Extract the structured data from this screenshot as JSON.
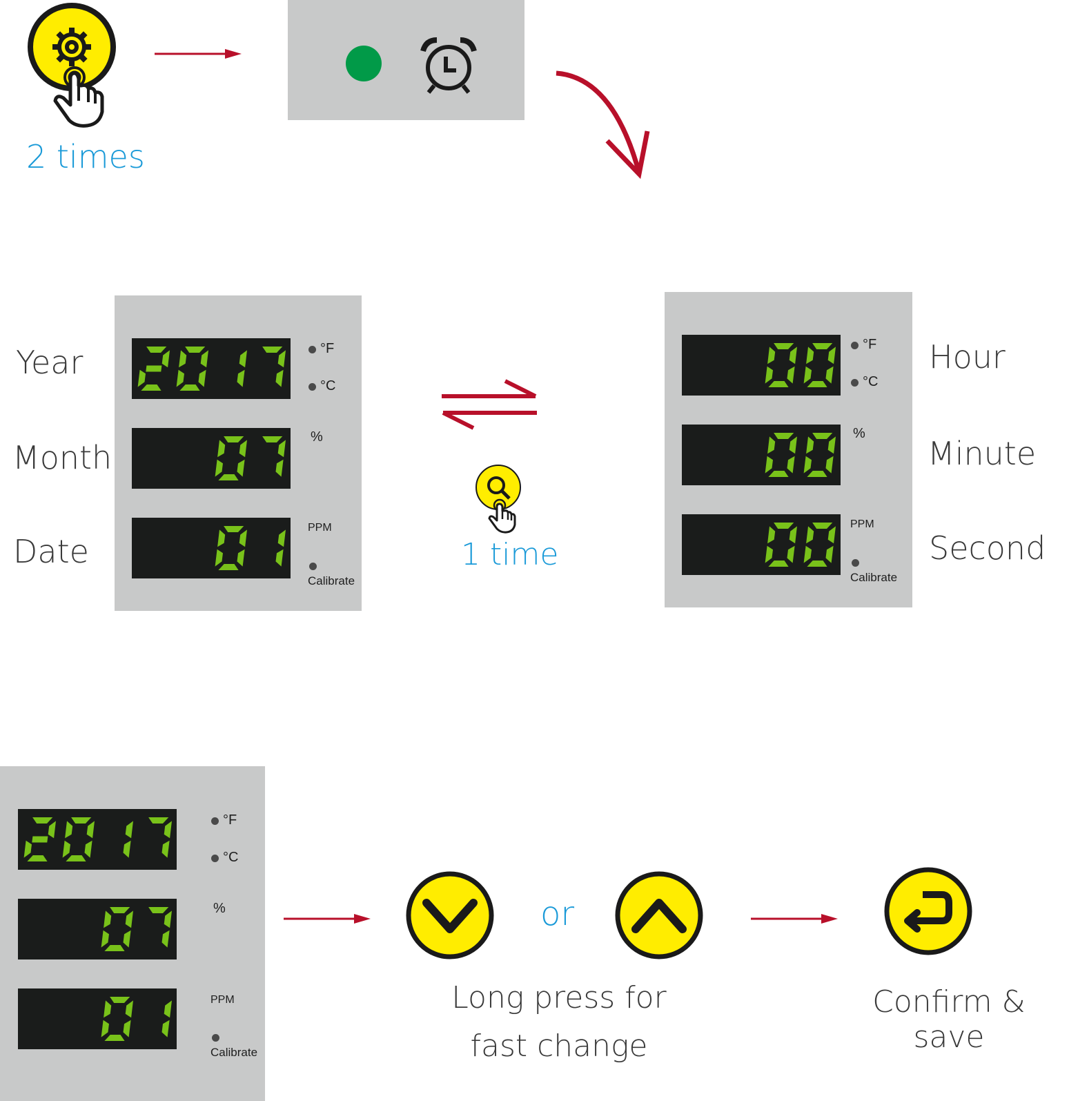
{
  "colors": {
    "panel": "#c8c9c9",
    "lcd_bg": "#1a1c1b",
    "segment": "#79c21a",
    "button_yellow": "#ffed00",
    "arrow_red": "#b8102a",
    "status_green": "#019a48",
    "caption_blue": "#1a9ad8"
  },
  "step1": {
    "count_label": "2 times",
    "button_icon": "gear-icon",
    "panel_icons": [
      "green-dot-indicator",
      "alarm-clock-icon"
    ]
  },
  "toggle": {
    "count_label": "1 time",
    "button_icon": "magnifier-icon"
  },
  "date_panel": {
    "labels": [
      "Year",
      "Month",
      "Date"
    ],
    "displays": [
      "2017",
      "07",
      "01"
    ],
    "indicators": {
      "f": "°F",
      "c": "°C",
      "pct": "%",
      "ppm": "PPM",
      "cal": "Calibrate"
    }
  },
  "time_panel": {
    "labels": [
      "Hour",
      "Minute",
      "Second"
    ],
    "displays": [
      "00",
      "00",
      "00"
    ],
    "indicators": {
      "f": "°F",
      "c": "°C",
      "pct": "%",
      "ppm": "PPM",
      "cal": "Calibrate"
    }
  },
  "bottom_panel": {
    "displays": [
      "2017",
      "07",
      "01"
    ],
    "indicators": {
      "f": "°F",
      "c": "°C",
      "pct": "%",
      "ppm": "PPM",
      "cal": "Calibrate"
    }
  },
  "bottom": {
    "or_label": "or",
    "hint_line1": "Long press for",
    "hint_line2": "fast change",
    "confirm_label": "Confirm & save",
    "button_icons": [
      "chevron-down-icon",
      "chevron-up-icon",
      "enter-return-icon"
    ]
  }
}
